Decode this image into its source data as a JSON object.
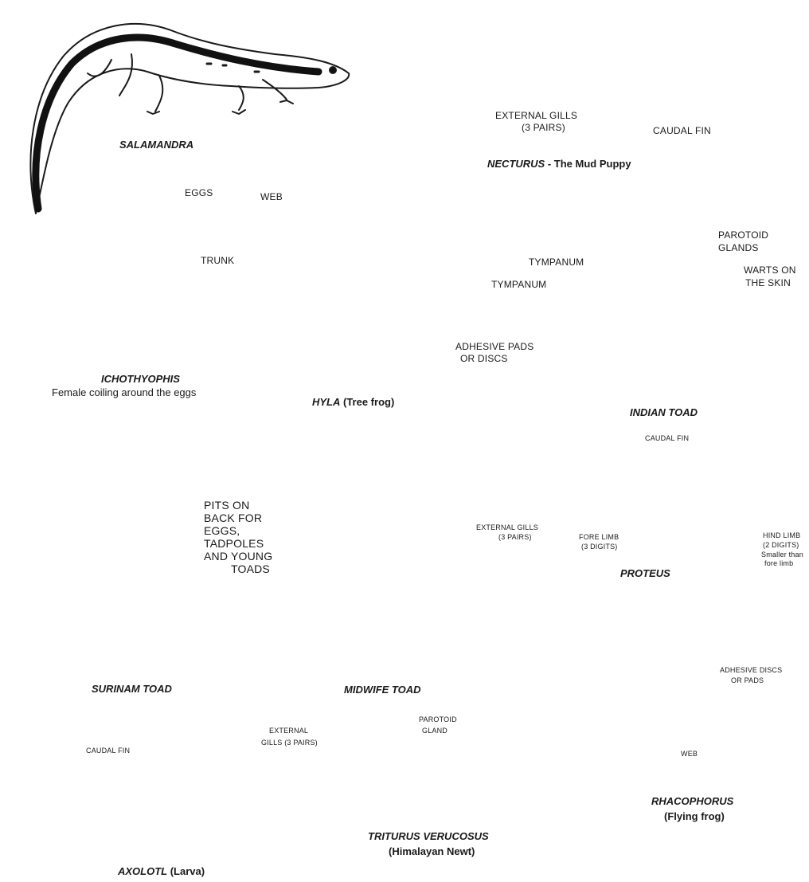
{
  "specimens": {
    "salamandra": {
      "name": "SALAMANDRA"
    },
    "necturus": {
      "name": "NECTURUS",
      "suffix": " - The Mud Puppy",
      "labels": {
        "gills_1": "EXTERNAL GILLS",
        "gills_2": "(3 PAIRS)",
        "fin": "CAUDAL FIN"
      }
    },
    "ichthyophis": {
      "name": "ICHOTHYOPHIS",
      "subtitle": "Female coiling around the eggs",
      "labels": {
        "eggs": "EGGS",
        "trunk": "TRUNK"
      }
    },
    "hyla": {
      "name": "HYLA",
      "suffix": " (Tree frog)",
      "labels": {
        "web": "WEB",
        "tympanum": "TYMPANUM",
        "pads_1": "ADHESIVE PADS",
        "pads_2": "OR DISCS"
      }
    },
    "indian_toad": {
      "name": "INDIAN TOAD",
      "labels": {
        "tympanum": "TYMPANUM",
        "parotoid_1": "PAROTOID",
        "parotoid_2": "GLANDS",
        "warts_1": "WARTS ON",
        "warts_2": "THE SKIN"
      }
    },
    "surinam_toad": {
      "name": "SURINAM TOAD",
      "labels": {
        "l1": "PITS ON",
        "l2": "BACK FOR",
        "l3": "EGGS,",
        "l4": "TADPOLES",
        "l5": "AND YOUNG",
        "l6": "TOADS"
      }
    },
    "midwife_toad": {
      "name": "MIDWIFE TOAD"
    },
    "proteus": {
      "name": "PROTEUS",
      "labels": {
        "fin": "CAUDAL FIN",
        "gills_1": "EXTERNAL GILLS",
        "gills_2": "(3 PAIRS)",
        "fore_1": "FORE LIMB",
        "fore_2": "(3 DIGITS)",
        "hind_1": "HIND LIMB",
        "hind_2": "(2 DIGITS)",
        "hind_3": "Smaller than",
        "hind_4": "fore limb"
      }
    },
    "rhacophorus": {
      "name": "RHACOPHORUS",
      "subtitle": "(Flying frog)",
      "labels": {
        "discs_1": "ADHESIVE DISCS",
        "discs_2": "OR PADS",
        "web": "WEB"
      }
    },
    "axolotl": {
      "name": "AXOLOTL",
      "suffix": " (Larva)",
      "labels": {
        "fin": "CAUDAL FIN",
        "gills_1": "EXTERNAL",
        "gills_2": "GILLS (3 PAIRS)"
      }
    },
    "triturus": {
      "name": "TRITURUS VERUCOSUS",
      "subtitle": "(Himalayan Newt)",
      "labels": {
        "parotoid_1": "PAROTOID",
        "parotoid_2": "GLAND"
      }
    }
  }
}
